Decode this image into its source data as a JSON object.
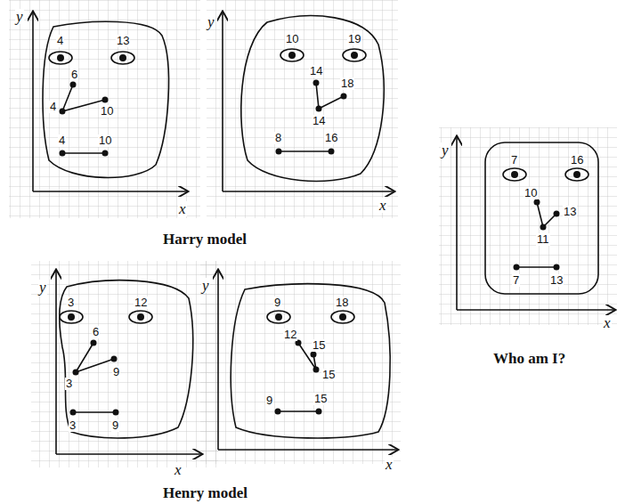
{
  "diagram": {
    "labels": [
      "y",
      "x",
      "4",
      "13",
      "6",
      "4",
      "10",
      "4",
      "10",
      "y",
      "x",
      "10",
      "19",
      "14",
      "14",
      "18",
      "8",
      "16",
      "Harry model",
      "y",
      "x",
      "3",
      "12",
      "6",
      "3",
      "9",
      "3",
      "9",
      "y",
      "x",
      "9",
      "18",
      "12",
      "15",
      "15",
      "9",
      "15",
      "Henry model",
      "y",
      "x",
      "7",
      "16",
      "10",
      "11",
      "13",
      "7",
      "13",
      "Who am I?"
    ]
  }
}
